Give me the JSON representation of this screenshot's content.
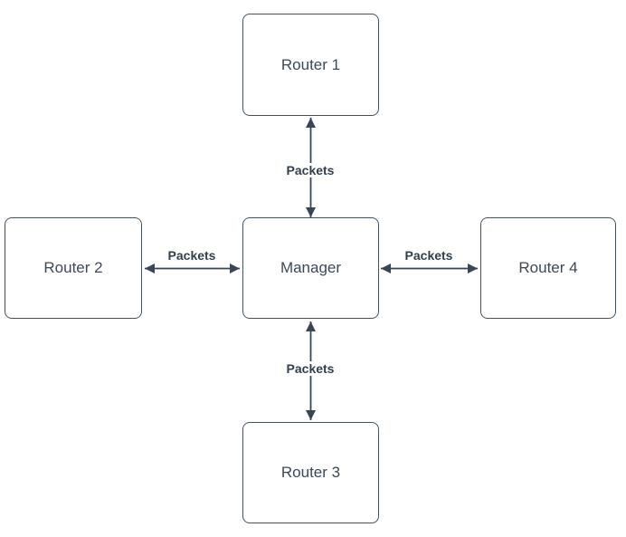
{
  "diagram": {
    "nodes": [
      {
        "id": "router1",
        "label": "Router 1"
      },
      {
        "id": "router2",
        "label": "Router 2"
      },
      {
        "id": "manager",
        "label": "Manager"
      },
      {
        "id": "router4",
        "label": "Router 4"
      },
      {
        "id": "router3",
        "label": "Router 3"
      }
    ],
    "edges": [
      {
        "from": "manager",
        "to": "router1",
        "label": "Packets",
        "direction": "bidirectional"
      },
      {
        "from": "manager",
        "to": "router2",
        "label": "Packets",
        "direction": "bidirectional"
      },
      {
        "from": "manager",
        "to": "router3",
        "label": "Packets",
        "direction": "bidirectional"
      },
      {
        "from": "manager",
        "to": "router4",
        "label": "Packets",
        "direction": "bidirectional"
      }
    ],
    "colors": {
      "background": "#ffffff",
      "node_fill": "#ffffff",
      "node_border": "#46505e",
      "node_text": "#3e4857",
      "arrow": "#3a4556",
      "edge_label_text": "#32404e"
    }
  }
}
